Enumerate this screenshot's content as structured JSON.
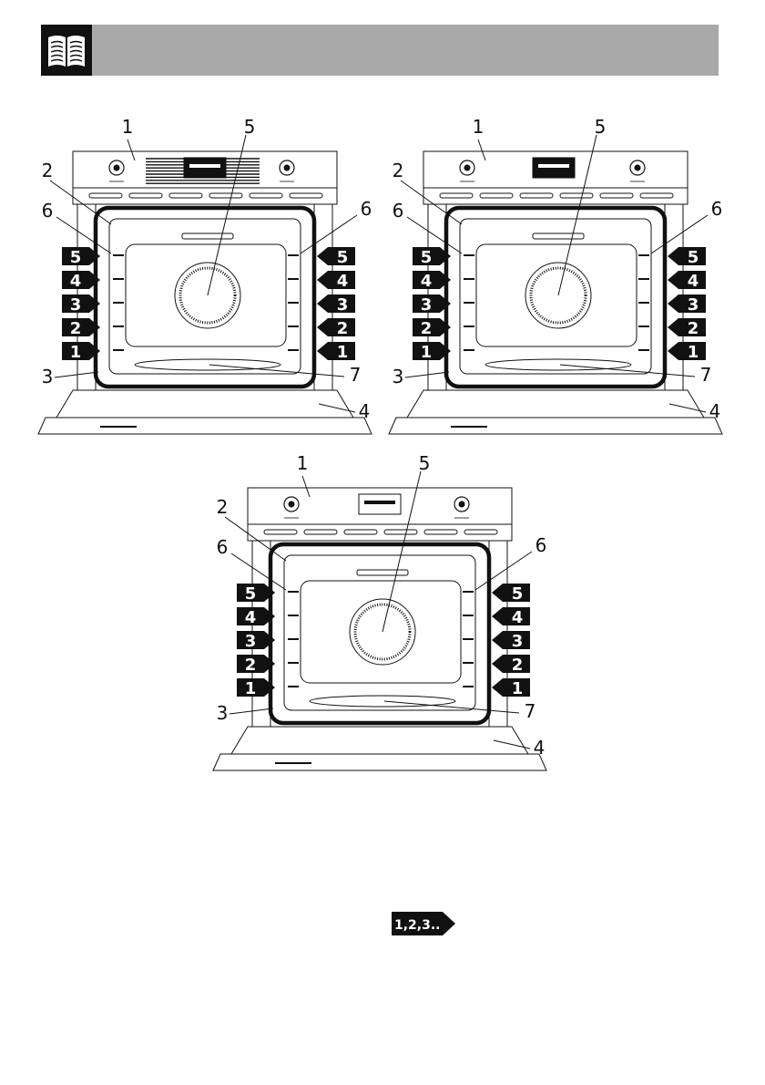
{
  "header": {
    "icon": "manual-book-icon",
    "color": "#a9a9a9"
  },
  "figures": [
    {
      "name": "oven-variant-a",
      "callouts": [
        "1",
        "2",
        "3",
        "4",
        "5",
        "6",
        "7"
      ],
      "shelf_levels": [
        "5",
        "4",
        "3",
        "2",
        "1"
      ]
    },
    {
      "name": "oven-variant-b",
      "callouts": [
        "1",
        "2",
        "3",
        "4",
        "5",
        "6",
        "7"
      ],
      "shelf_levels": [
        "5",
        "4",
        "3",
        "2",
        "1"
      ]
    },
    {
      "name": "oven-variant-c",
      "callouts": [
        "1",
        "2",
        "3",
        "4",
        "5",
        "6",
        "7"
      ],
      "shelf_levels": [
        "5",
        "4",
        "3",
        "2",
        "1"
      ]
    }
  ],
  "sequence_icon": {
    "label": "1,2,3..",
    "icon": "numbered-sequence-arrow-icon"
  }
}
